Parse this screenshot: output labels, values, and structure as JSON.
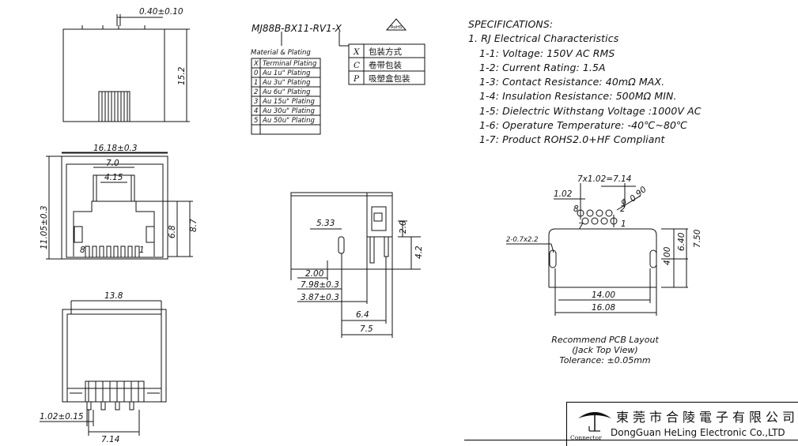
{
  "part_number": "MJ88B-BX11-RV1-X",
  "rohs_mark": "RoHS",
  "material_table": {
    "title": "Material & Plating",
    "header": [
      "X",
      "Terminal Plating"
    ],
    "rows": [
      [
        "0",
        "Au 1u\" Plating"
      ],
      [
        "1",
        "Au 3u\" Plating"
      ],
      [
        "2",
        "Au 6u\" Plating"
      ],
      [
        "3",
        "Au 15u\" Plating"
      ],
      [
        "4",
        "Au 30u\" Plating"
      ],
      [
        "5",
        "Au 50u\" Plating"
      ]
    ]
  },
  "packing_table": [
    [
      "X",
      "包装方式"
    ],
    [
      "C",
      "卷带包装"
    ],
    [
      "P",
      "吸塑盒包装"
    ]
  ],
  "specifications": {
    "title": "SPECIFICATIONS:",
    "section": "1. RJ Electrical Characteristics",
    "items": [
      "1-1:  Voltage:  150V AC RMS",
      "1-2:  Current Rating:  1.5A",
      "1-3:  Contact Resistance:  40mΩ MAX.",
      "1-4:  Insulation Resistance:  500MΩ MIN.",
      "1-5:  Dielectric Withstang Voltage :1000V AC",
      "1-6:  Operature Temperature:  -40℃~80℃",
      "1-7:  Product ROHS2.0+HF Compliant"
    ]
  },
  "dims": {
    "top_w": "0.40±0.10",
    "top_h": "15.2",
    "front_w": "16.18±0.3",
    "front_in1": "7.0",
    "front_in2": "4.15",
    "front_h": "11.05±0.3",
    "front_68": "6.8",
    "front_87": "8.7",
    "pin8": "8",
    "pin1": "1",
    "bot_w": "13.8",
    "bot_pitch": "1.02±0.15",
    "bot_span": "7.14",
    "side_533": "5.33",
    "side_20": "2.0",
    "side_42": "4.2",
    "side_200": "2.00",
    "side_798": "7.98±0.3",
    "side_387": "3.87±0.3",
    "side_64": "6.4",
    "side_75": "7.5",
    "pcb_pitch": "7x1.02=7.14",
    "pcb_102": "1.02",
    "pcb_hole": "0.90",
    "pcb_8": "8",
    "pcb_7": "7",
    "pcb_2": "2",
    "pcb_1": "1",
    "pcb_slot": "2-0.7x2.2",
    "pcb_400": "4.00",
    "pcb_640": "6.40",
    "pcb_750": "7.50",
    "pcb_1400": "14.00",
    "pcb_1608": "16.08"
  },
  "pcb_caption": [
    "Recommend PCB Layout",
    "(Jack Top View)",
    "Tolerance:  ±0.05mm"
  ],
  "company": {
    "cn": "東莞市合陵電子有限公司",
    "en": "DongGuan HeLing Electronic Co.,LTD",
    "logo_text": "Connector"
  }
}
